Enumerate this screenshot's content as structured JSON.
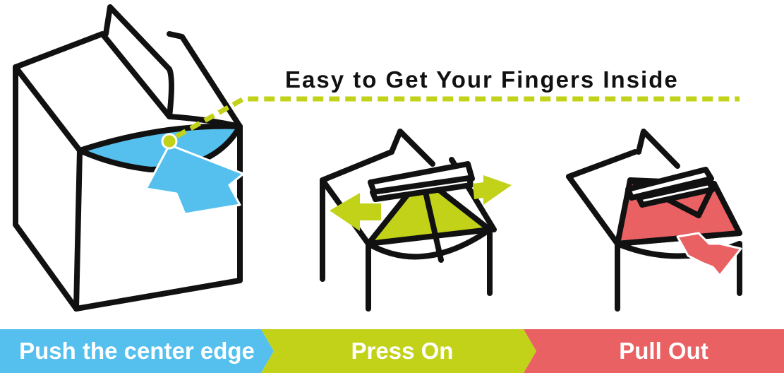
{
  "caption": "Easy to Get Your Fingers Inside",
  "steps": [
    {
      "label": "Push the center edge",
      "color": "#55c0ee"
    },
    {
      "label": "Press On",
      "color": "#c2d219"
    },
    {
      "label": "Pull Out",
      "color": "#e96162"
    }
  ],
  "colors": {
    "line": "#111111",
    "accent_dash": "#c2d219"
  }
}
